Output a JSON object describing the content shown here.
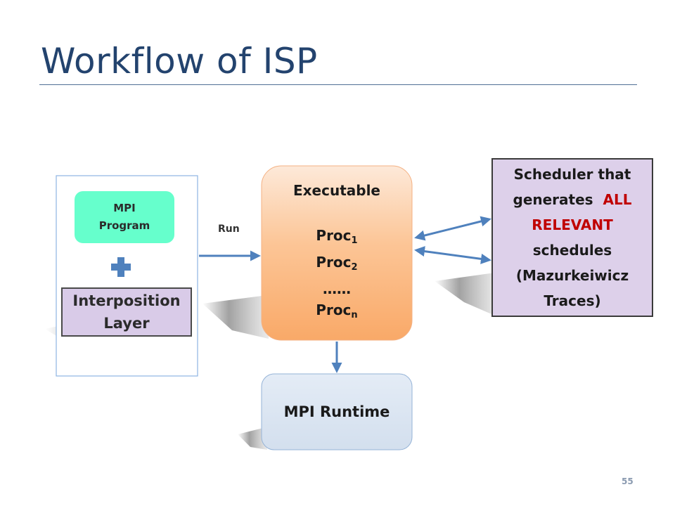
{
  "slide": {
    "title": "Workflow of ISP",
    "page_number": "55"
  },
  "diagram": {
    "mpi_program": {
      "line1": "MPI",
      "line2": "Program"
    },
    "interposition_layer": {
      "line1": "Interposition",
      "line2": "Layer"
    },
    "run_label": "Run",
    "executable": {
      "heading": "Executable",
      "proc_label": "Proc",
      "proc1_sub": "1",
      "proc2_sub": "2",
      "ellipsis": "……",
      "procn_sub": "n"
    },
    "mpi_runtime": "MPI Runtime",
    "scheduler": {
      "line1": "Scheduler that",
      "line2a": "generates",
      "line2b": "ALL",
      "line3": "RELEVANT",
      "line4": "schedules",
      "line5": "(Mazurkeiwicz",
      "line6": "Traces)"
    }
  },
  "colors": {
    "title": "#23436e",
    "mpi_program_fill": "#66ffcc",
    "interposition_fill": "#d9cbe8",
    "executable_fill": "#fbbf8a",
    "runtime_fill": "#dce6f2",
    "scheduler_fill": "#ddd0ea",
    "arrow": "#4f81bd",
    "highlight": "#c00000"
  },
  "icons": {
    "plus": "plus-icon"
  }
}
